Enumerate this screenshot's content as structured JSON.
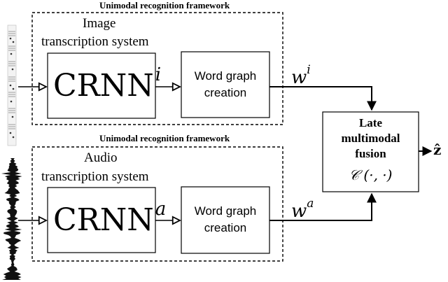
{
  "frameworks": {
    "top_title": "Unimodal recognition framework",
    "bottom_title": "Unimodal recognition framework"
  },
  "image_branch": {
    "system_line1": "Image",
    "system_line2": "transcription system",
    "crnn": "CRNN",
    "crnn_sup": "i",
    "wordgraph_line1": "Word graph",
    "wordgraph_line2": "creation",
    "output_var": "w",
    "output_sup": "i"
  },
  "audio_branch": {
    "system_line1": "Audio",
    "system_line2": "transcription system",
    "crnn": "CRNN",
    "crnn_sup": "a",
    "wordgraph_line1": "Word graph",
    "wordgraph_line2": "creation",
    "output_var": "w",
    "output_sup": "a"
  },
  "fusion": {
    "line1": "Late",
    "line2": "multimodal",
    "line3": "fusion",
    "formula": "𝒞 (·, ·)",
    "output": "ẑ"
  },
  "icons": {
    "image_input": "sheet-music-icon",
    "audio_input": "waveform-icon"
  }
}
